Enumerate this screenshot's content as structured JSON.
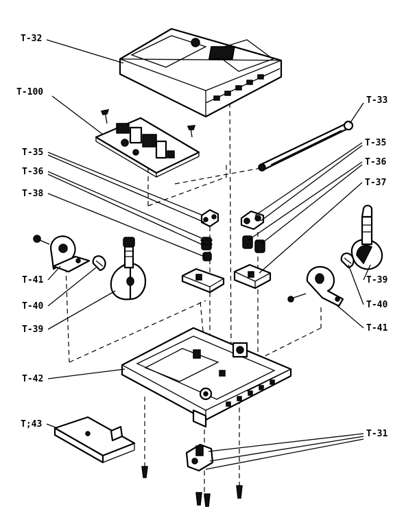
{
  "labels": {
    "t32": "T-32",
    "t100": "T-100",
    "t33": "T-33",
    "t35_left": "T-35",
    "t36_left": "T-36",
    "t38": "T-38",
    "t35_right": "T-35",
    "t36_right": "T-36",
    "t37": "T-37",
    "t41_left": "T-41",
    "t40_left": "T-40",
    "t39_left": "T-39",
    "t39_right": "T-39",
    "t40_right": "T-40",
    "t41_right": "T-41",
    "t42": "T-42",
    "t43": "T;43",
    "t31": "T-31"
  }
}
